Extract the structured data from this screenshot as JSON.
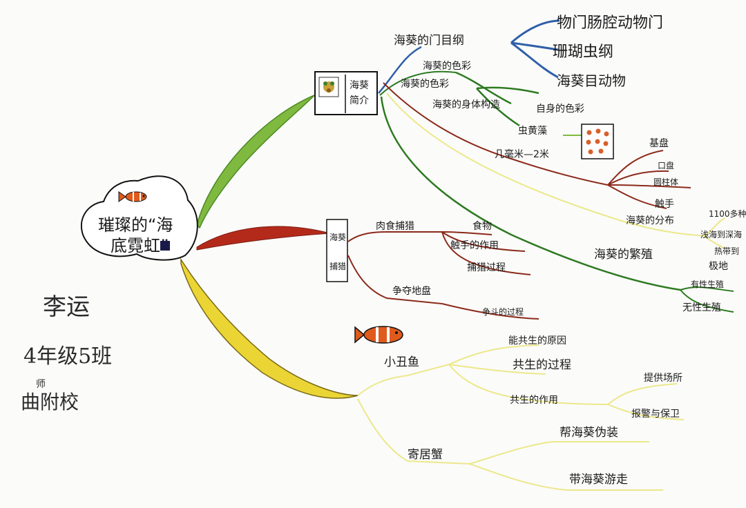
{
  "center": {
    "title_line1": "璀璨的“海",
    "title_line2": "底霓虹”"
  },
  "author": {
    "name": "李运",
    "class": "4年级5班",
    "school_top": "师",
    "school": "曲附校"
  },
  "branch_green": {
    "box_label_line1": "海葵",
    "box_label_line2": "简介",
    "nodes": {
      "phylum": "海葵的门目纲",
      "phylum_1": "物门肠腔动物门",
      "phylum_2": "珊瑚虫纲",
      "phylum_3": "海葵目动物",
      "color_1": "海葵的色彩",
      "color_2": "海葵的色彩",
      "own_color": "自身的色彩",
      "algae": "虫黄藻",
      "structure": "海葵的身体构造",
      "size": "几毫米—2米",
      "basal_disc": "基盘",
      "mouth": "口盘",
      "column": "圆柱体",
      "tentacle": "触手",
      "distribution": "海葵的分布",
      "species": "1100多种",
      "shallow_deep": "浅海到深海",
      "tropic_polar_1": "热带到",
      "tropic_polar_2": "极地",
      "reproduction": "海葵的繁殖",
      "sexual": "有性生殖",
      "asexual": "无性生殖"
    }
  },
  "branch_red": {
    "box_label_line1": "海葵",
    "box_label_line2": "捕猎",
    "nodes": {
      "carnivore": "肉食捕猎",
      "food": "食物",
      "tentacle_role": "触手的作用",
      "hunting_process": "捕猎过程",
      "territory": "争夺地盘",
      "fight_process": "争斗的过程"
    }
  },
  "branch_yellow": {
    "nodes": {
      "clownfish": "小丑鱼",
      "reason": "能共生的原因",
      "process": "共生的过程",
      "effect": "共生的作用",
      "provide_place": "提供场所",
      "alarm_defend": "报警与保卫",
      "hermit_crab": "寄居蟹",
      "disguise": "帮海葵伪装",
      "carry": "带海葵游走"
    }
  },
  "colors": {
    "green_branch": "#7fb93f",
    "red_branch": "#b42a1a",
    "yellow_branch": "#ead535",
    "blue_line": "#2f5fa8",
    "dark_green_line": "#2d7a20",
    "brown_line": "#8b2a1a",
    "light_yellow_line": "#ece88a",
    "fish_orange": "#e05a1c"
  }
}
